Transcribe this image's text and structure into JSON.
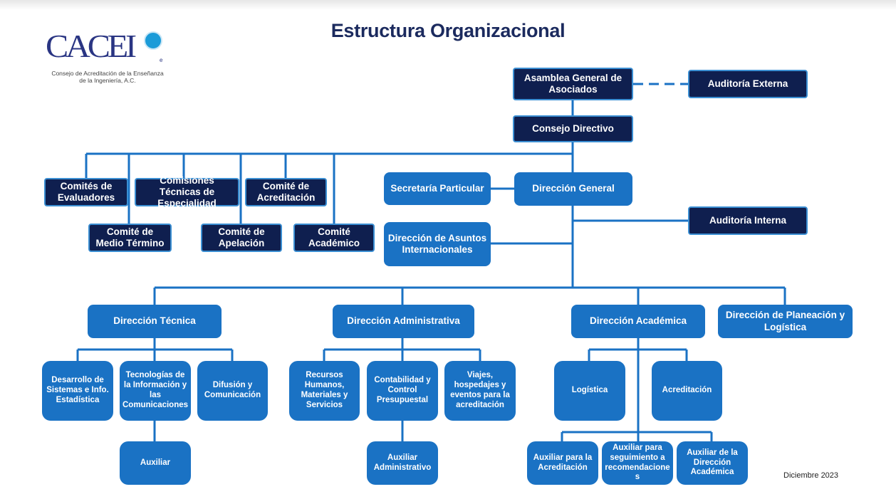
{
  "title": "Estructura Organizacional",
  "logo": {
    "word": "CACEI",
    "registered": "e",
    "subtitle_line1": "Consejo de Acreditación de la Enseñanza",
    "subtitle_line2": "de la Ingeniería, A.C."
  },
  "date": "Diciembre 2023",
  "colors": {
    "dark_box": "#0f1f4f",
    "blue_box": "#1a72c4",
    "line": "#1a72c4",
    "title": "#1b2a5e"
  },
  "nodes": {
    "asamblea": "Asamblea General de Asociados",
    "auditoria_externa": "Auditoría Externa",
    "consejo": "Consejo Directivo",
    "comites_evaluadores": "Comités de Evaluadores",
    "comisiones_tecnicas": "Comisiones Técnicas de Especialidad",
    "comite_acreditacion": "Comité de Acreditación",
    "comite_medio_termino": "Comité de Medio Término",
    "comite_apelacion": "Comité de Apelación",
    "comite_academico": "Comité Académico",
    "secretaria_particular": "Secretaría Particular",
    "direccion_general": "Dirección General",
    "auditoria_interna": "Auditoría Interna",
    "dir_asuntos_int": "Dirección de Asuntos Internacionales",
    "dir_tecnica": "Dirección Técnica",
    "dir_administrativa": "Dirección Administrativa",
    "dir_academica": "Dirección Académica",
    "dir_planeacion": "Dirección de Planeación y Logística",
    "desarrollo_sistemas": "Desarrollo de Sistemas e Info. Estadística",
    "tecnologias": "Tecnologías de la Información y las Comunicaciones",
    "difusion": "Difusión y Comunicación",
    "auxiliar": "Auxiliar",
    "recursos": "Recursos Humanos, Materiales y Servicios",
    "contabilidad": "Contabilidad y Control Presupuestal",
    "viajes": "Viajes, hospedajes y eventos para la acreditación",
    "auxiliar_admin": "Auxiliar Administrativo",
    "logistica": "Logística",
    "acreditacion": "Acreditación",
    "aux_acreditacion": "Auxiliar para la Acreditación",
    "aux_seguimiento": "Auxiliar para seguimiento a recomendacione s",
    "aux_dir_academica": "Auxiliar de la Dirección Académica"
  }
}
